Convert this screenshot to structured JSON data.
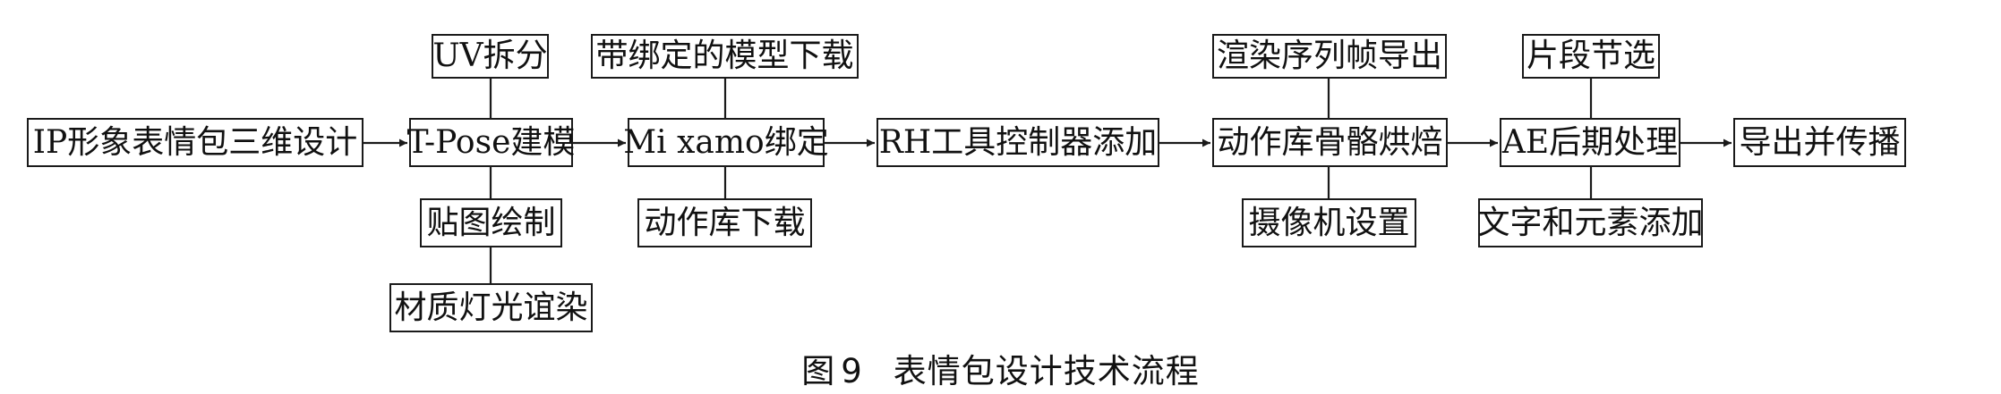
{
  "main_flow": [
    "IP形象表情包三维设计",
    "T-Pose建模",
    "Mi xamo绑定",
    "RH工具控制器添加",
    "动作库骨骼烘焙",
    "AE后期处理",
    "导出并传播"
  ],
  "branches": {
    "tpose_above": "UV拆分",
    "tpose_below": "贴图绘制",
    "tpose_below2": "材质灯光谊染",
    "mixamo_above": "带绑定的模型下载",
    "mixamo_below": "动作库下载",
    "bake_above": "渲染序列帧导出",
    "bake_below": "摄像机设置",
    "ae_above": "片段节选",
    "ae_below": "文字和元素添加"
  },
  "caption": {
    "label": "图",
    "number": "9",
    "title": "表情包设计技术流程"
  }
}
